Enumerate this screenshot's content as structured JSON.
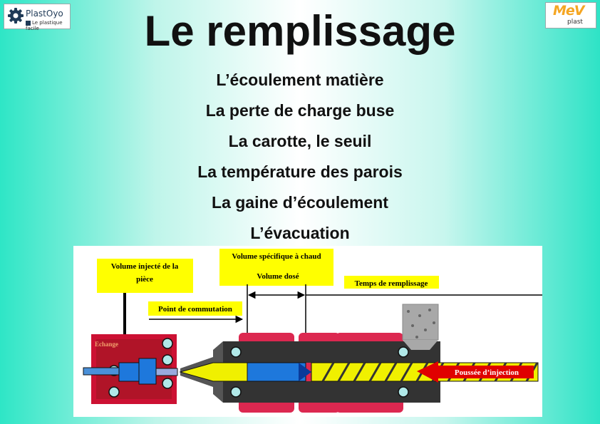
{
  "logos": {
    "left": {
      "name": "PlastOyo",
      "tagline": "Le plastique facile",
      "icon": "gear-icon"
    },
    "right": {
      "mark": "MeV",
      "sub": "plast"
    }
  },
  "title": "Le remplissage",
  "topics": [
    "L’écoulement matière",
    "La perte de charge buse",
    "La carotte, le seuil",
    "La température des parois",
    "La gaine d’écoulement",
    "L’évacuation"
  ],
  "diagram": {
    "labels": {
      "volume_injecte_1": "Volume injecté de la",
      "volume_injecte_2": "pièce",
      "volume_specifique": "Volume spécifique à chaud",
      "volume_dose": "Volume dosé",
      "temps_remplissage": "Temps de remplissage",
      "point_commutation": "Point de commutation",
      "echange": "Echange",
      "poussee_injection": "Poussée d’injection"
    },
    "colors": {
      "callout": "#ffff00",
      "mold": "#d2143c",
      "heater": "#dc2850",
      "barrel": "#333333",
      "melt": "#f0f000",
      "dosed_volume": "#1e78dc",
      "push_arrow": "#e00000"
    }
  }
}
